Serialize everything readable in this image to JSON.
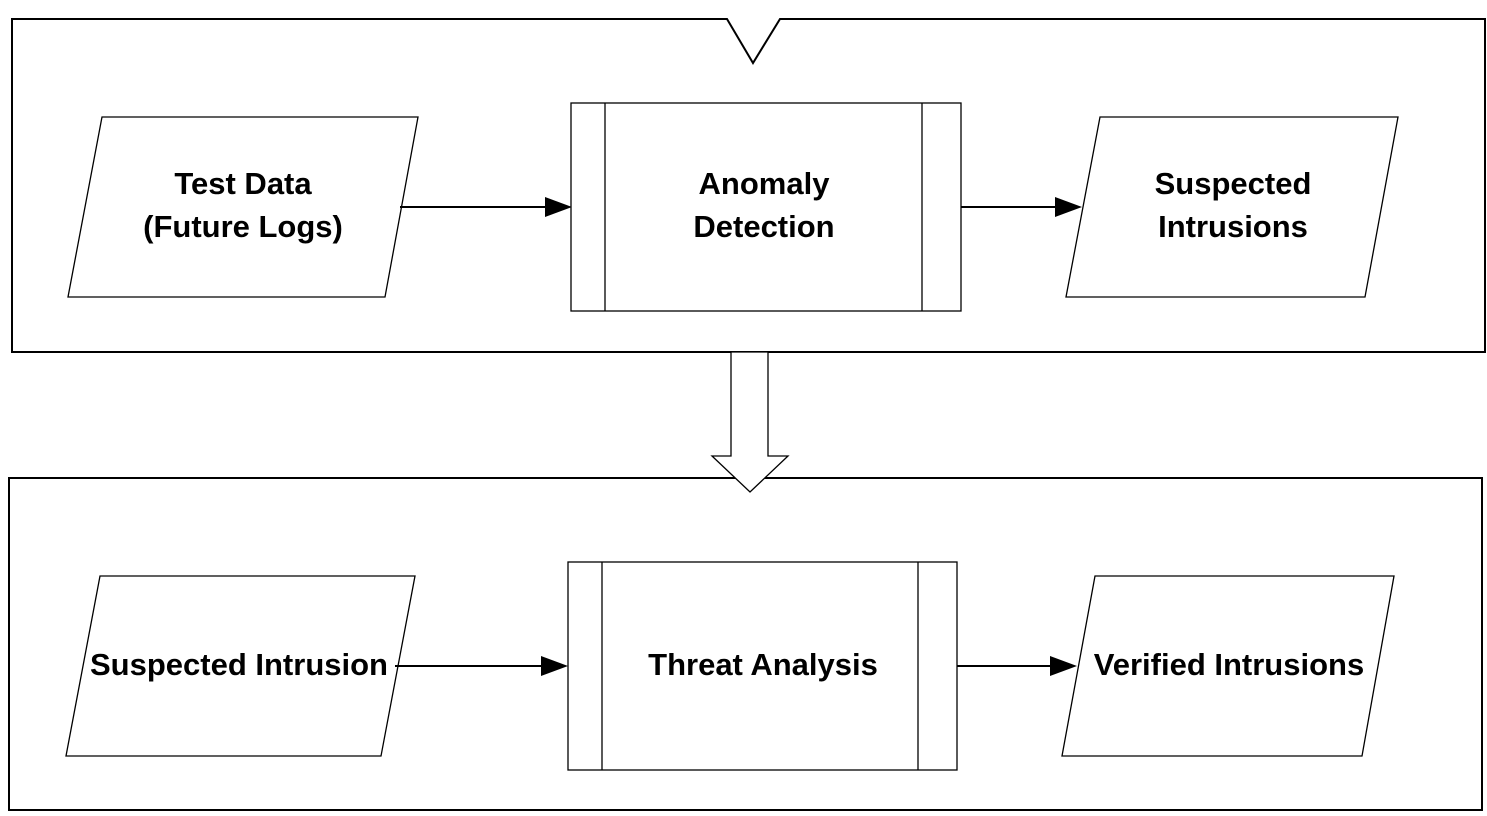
{
  "stage1": {
    "input": {
      "line1": "Test Data",
      "line2": "(Future Logs)"
    },
    "process": {
      "line1": "Anomaly",
      "line2": "Detection"
    },
    "output": {
      "line1": "Suspected",
      "line2": "Intrusions"
    }
  },
  "stage2": {
    "input": {
      "line1": "Suspected Intrusion"
    },
    "process": {
      "line1": "Threat Analysis"
    },
    "output": {
      "line1": "Verified Intrusions"
    }
  },
  "colors": {
    "stroke": "#000000",
    "fill": "#ffffff"
  }
}
